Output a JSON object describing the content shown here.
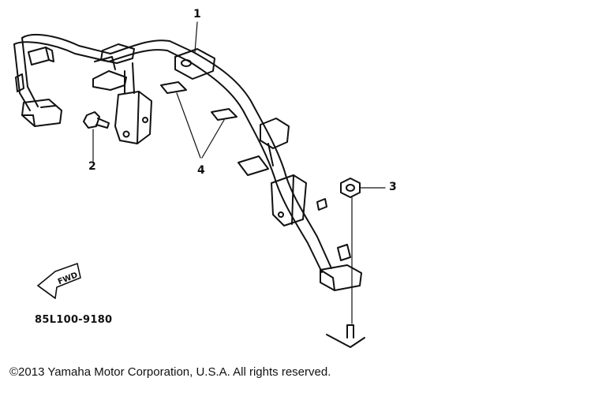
{
  "callouts": [
    {
      "id": "1",
      "label": "1"
    },
    {
      "id": "2",
      "label": "2"
    },
    {
      "id": "3",
      "label": "3"
    },
    {
      "id": "4",
      "label": "4"
    }
  ],
  "fwd_label": "FWD",
  "part_code": "85L100-9180",
  "copyright": "©2013 Yamaha Motor Corporation, U.S.A. All rights reserved.",
  "colors": {
    "ink": "#111111",
    "background": "#ffffff"
  }
}
